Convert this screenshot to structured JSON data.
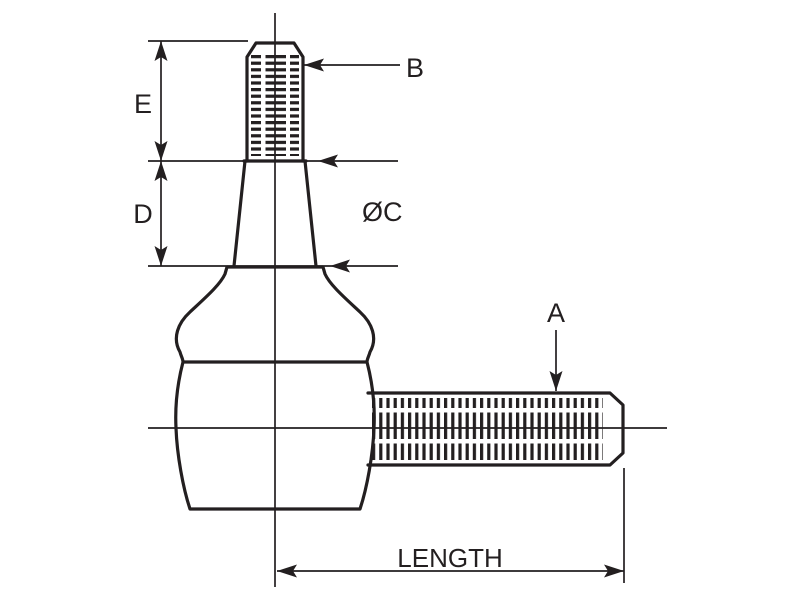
{
  "diagram": {
    "colors": {
      "line": "#231f20",
      "background": "#ffffff"
    },
    "labels": {
      "thread_b": "B",
      "dim_e": "E",
      "dim_d": "D",
      "dia_c": "ØC",
      "thread_a": "A",
      "length": "LENGTH"
    }
  }
}
